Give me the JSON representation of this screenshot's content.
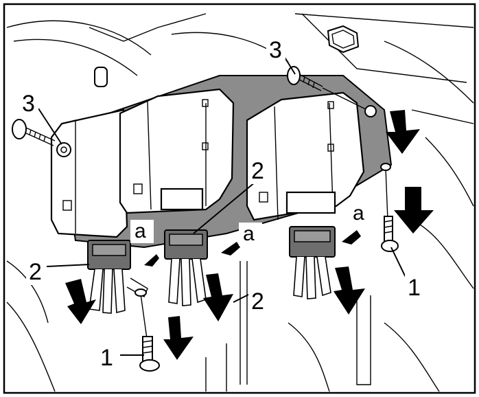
{
  "figure": {
    "callouts": {
      "fastener_bottom_left": "1",
      "fastener_bottom_right": "1",
      "connector_left": "2",
      "connector_mid_top": "2",
      "connector_mid_bottom": "2",
      "bolt_top_left": "3",
      "bolt_top_right": "3",
      "release_a_left": "a",
      "release_a_mid": "a",
      "release_a_right": "a"
    },
    "colors": {
      "line": "#000000",
      "bracket": "#8c8c8c",
      "connector": "#6e6e6e",
      "background": "#ffffff"
    }
  }
}
